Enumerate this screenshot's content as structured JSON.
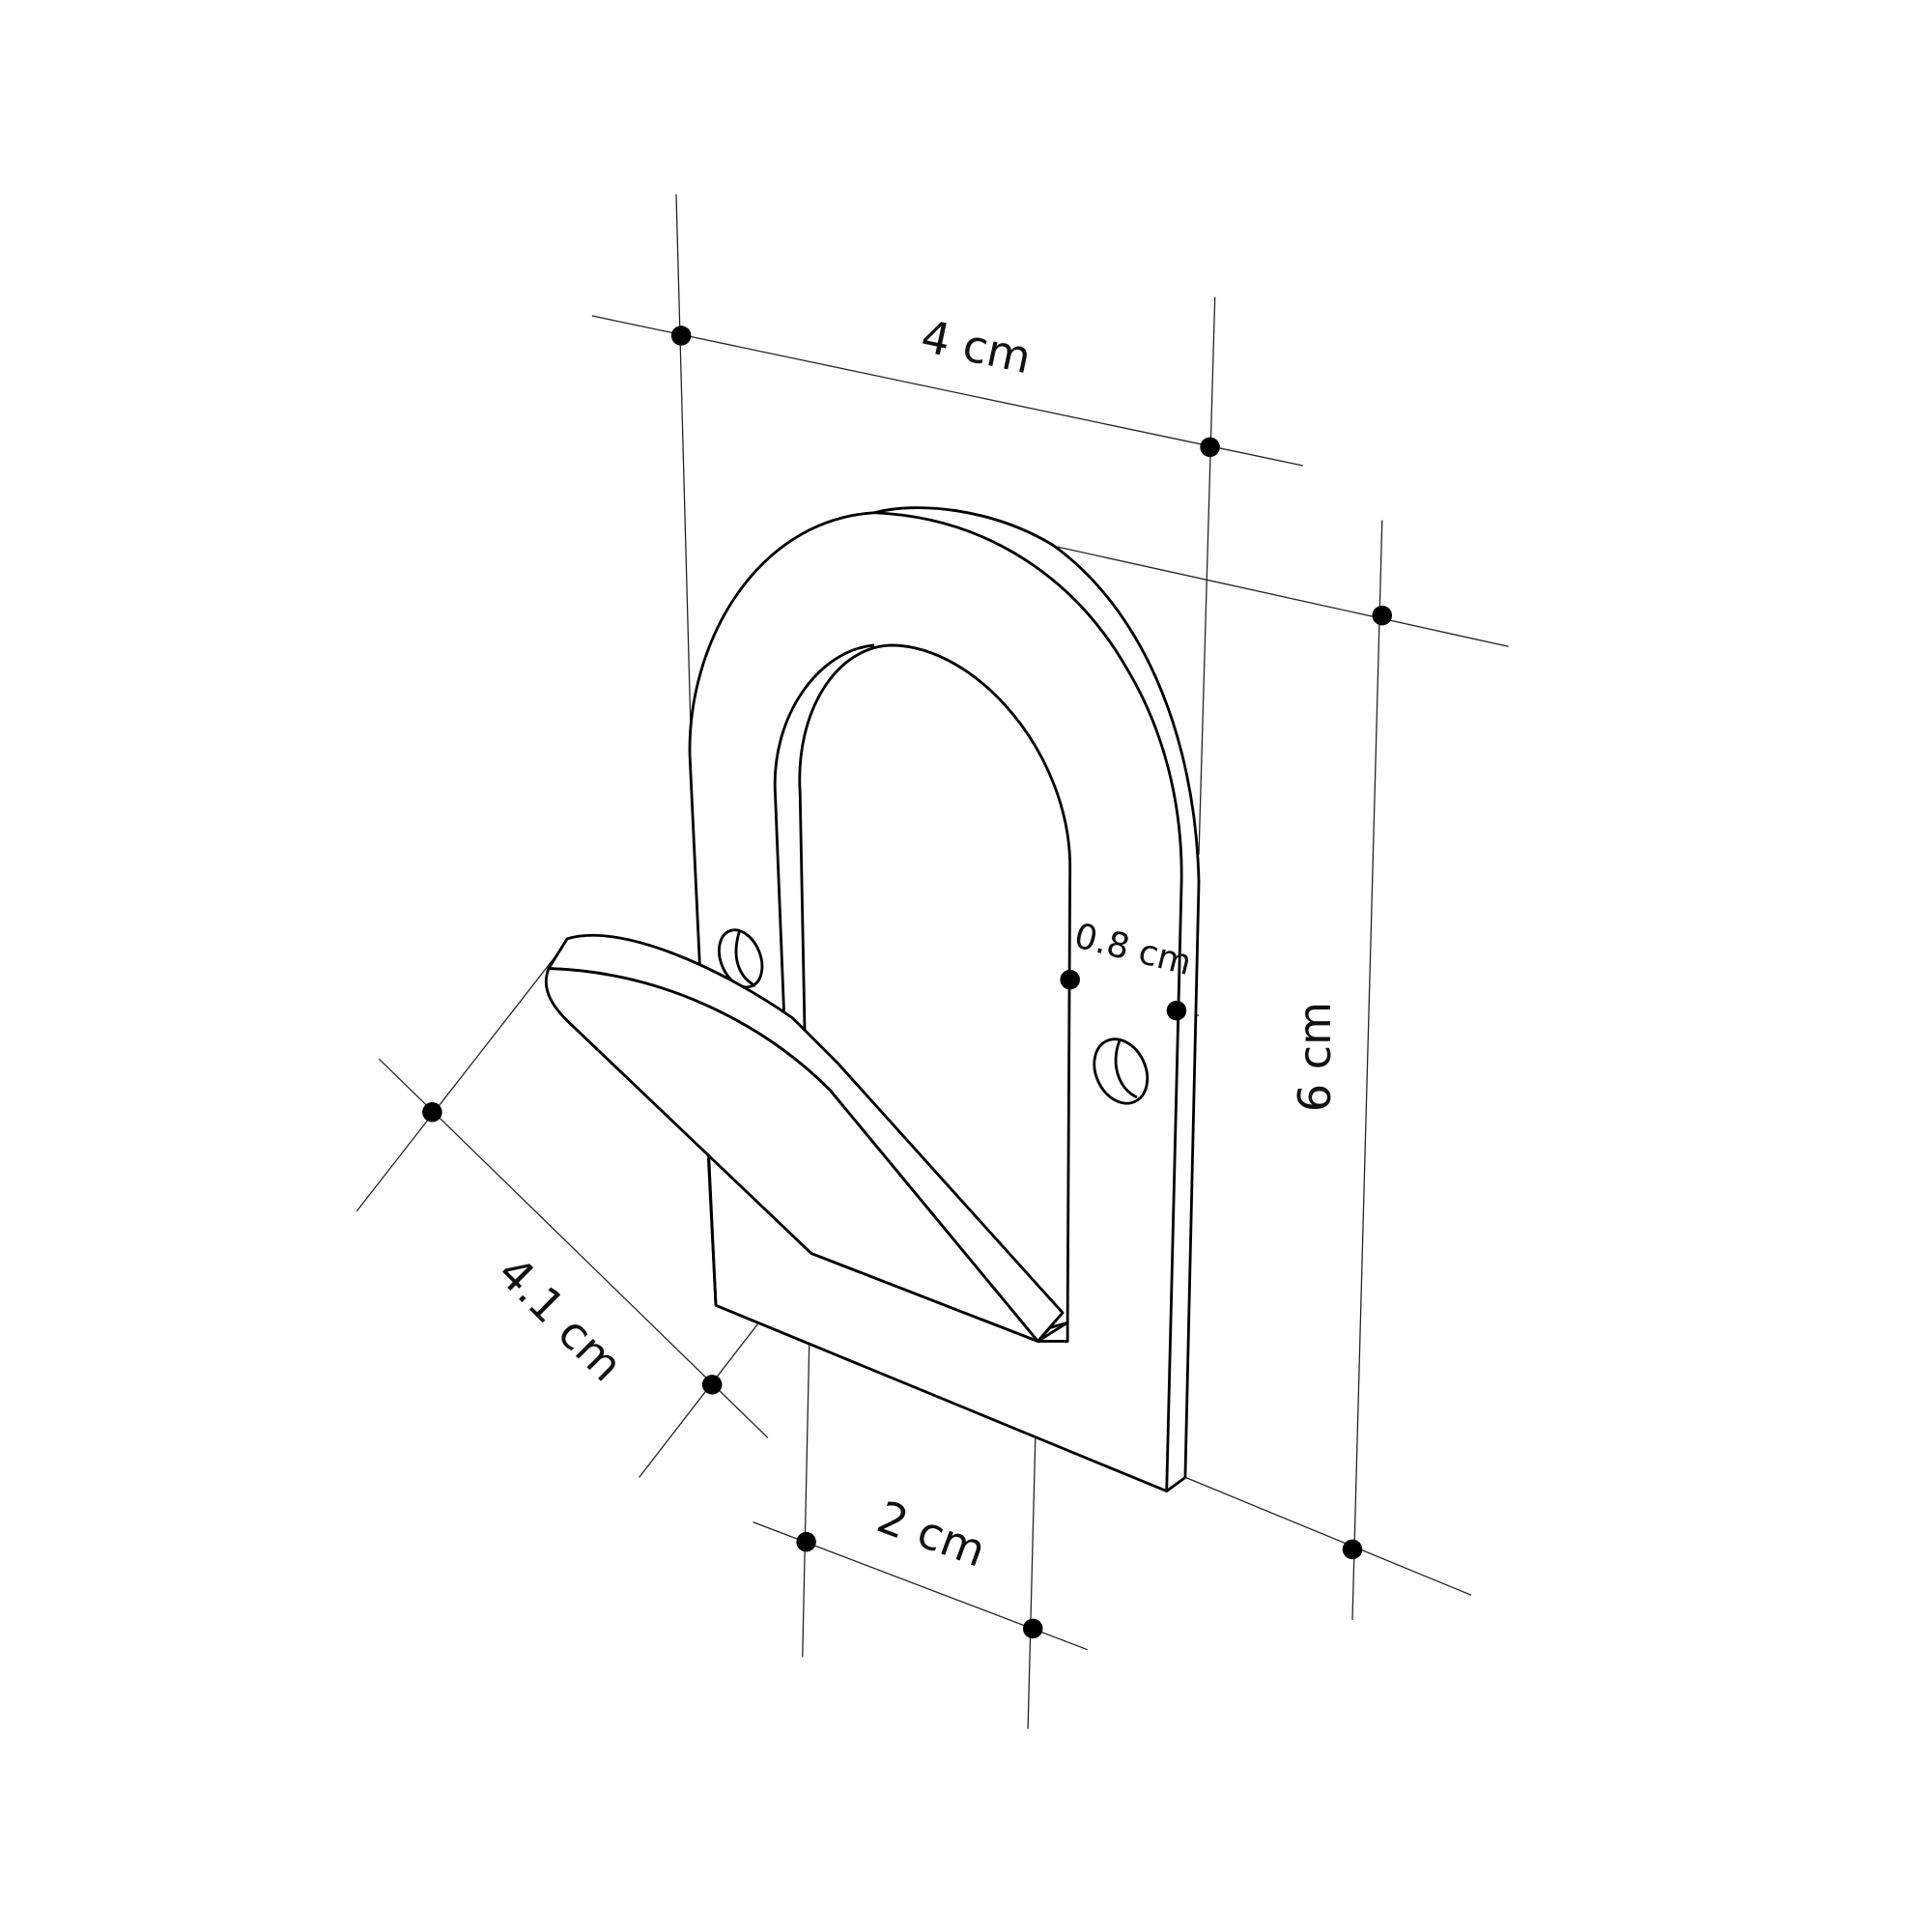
{
  "diagram": {
    "subject": "Wall hook with arched back plate and angled hook arm",
    "colors": {
      "line": "#000000",
      "dimension_line": "#222222",
      "background": "#ffffff"
    },
    "dimensions": {
      "width": {
        "label": "4 cm"
      },
      "height": {
        "label": "6 cm"
      },
      "depth": {
        "label": "4.1 cm"
      },
      "hook_width": {
        "label": "2 cm"
      },
      "thickness": {
        "label": "0.8 cm"
      }
    }
  }
}
